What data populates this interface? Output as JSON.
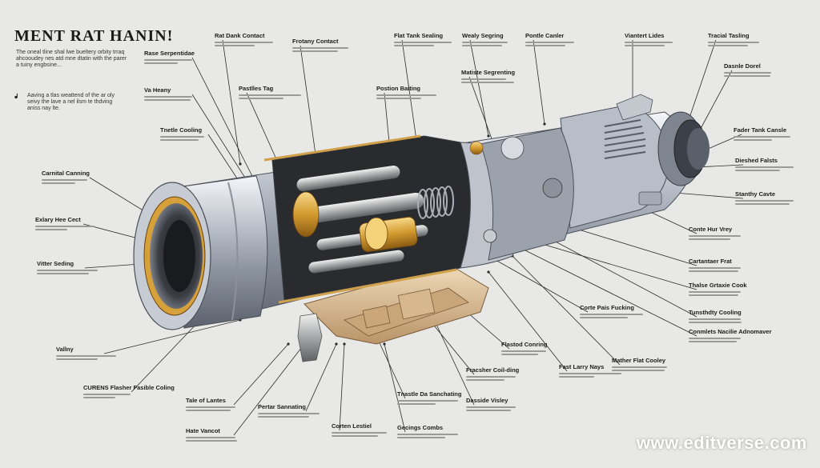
{
  "title": "MENT RAT HANIN!",
  "intro": {
    "paragraph1": "The oneal tline shal lwe bueltery orbity trraq ahcooudey nes atd mne dtatin with the parer a tuiny engbsine...",
    "paragraph2": "Aaving a tlas weattend of the ar oly seivy the lave a nel ilsm te thdving aniss nay lte.",
    "icon_label": "ᖱ"
  },
  "labels": [
    {
      "id": "rat-dank-contact",
      "title": "Rat Dank Contact"
    },
    {
      "id": "rase-serpentidae",
      "title": "Rase Serpentidae"
    },
    {
      "id": "frotany-contact",
      "title": "Frotany Contact"
    },
    {
      "id": "flat-tank-sealing",
      "title": "Flat Tank Sealing"
    },
    {
      "id": "wealy-segring",
      "title": "Wealy Segring"
    },
    {
      "id": "pontle-canler",
      "title": "Pontle Canler"
    },
    {
      "id": "vianert-lider",
      "title": "Viantert Lides"
    },
    {
      "id": "tracial-tasling",
      "title": "Tracial Tasling"
    },
    {
      "id": "va-heany",
      "title": "Va Heany"
    },
    {
      "id": "pastlles-tag",
      "title": "Pastlles Tag"
    },
    {
      "id": "postion-baiting",
      "title": "Postion Baiting"
    },
    {
      "id": "matiste-segrenting",
      "title": "Matiste Segrenting"
    },
    {
      "id": "dasnle-dorel",
      "title": "Dasnle Dorel"
    },
    {
      "id": "tnetle-cooling",
      "title": "Tnetle Cooling"
    },
    {
      "id": "fader-tank-cansle",
      "title": "Fader Tank Cansle"
    },
    {
      "id": "carnital-canning",
      "title": "Carnital Canning"
    },
    {
      "id": "dieshed-falsts",
      "title": "Dieshed Falsts"
    },
    {
      "id": "stanthy-cavte",
      "title": "Stanthy Cavte"
    },
    {
      "id": "exlary-hee-cect",
      "title": "Exlary Hee Cect"
    },
    {
      "id": "conte-hur-nrey",
      "title": "Conte Hur Vrey"
    },
    {
      "id": "vitter-seding",
      "title": "Vitter Seding"
    },
    {
      "id": "cartantaer-frat",
      "title": "Cartantaer Frat"
    },
    {
      "id": "thalse-grtaxie-cook",
      "title": "Thalse Grtaxie Cook"
    },
    {
      "id": "corte-pais-fucking",
      "title": "Corte Pais Fucking"
    },
    {
      "id": "tunsthdty-cooling",
      "title": "Tunsthdty Cooling"
    },
    {
      "id": "conmlets-nacilie-adnomaver",
      "title": "Conmlets Nacilie Adnomaver"
    },
    {
      "id": "vallny",
      "title": "Vallny"
    },
    {
      "id": "flastod-conring",
      "title": "Flastod Conring"
    },
    {
      "id": "fast-larry-nays",
      "title": "Fast Larry Nays"
    },
    {
      "id": "mather-flat-cooley",
      "title": "Mather Flat Cooley"
    },
    {
      "id": "fracsher-coil-ding",
      "title": "Fracsher Coil-ding"
    },
    {
      "id": "curens-flasher-fasible-coling",
      "title": "CURENS Flasher Fasible Coling"
    },
    {
      "id": "tale-of-lantes",
      "title": "Tale of Lantes"
    },
    {
      "id": "pertar-sannating",
      "title": "Pertar Sannating"
    },
    {
      "id": "tnastle-da-sanchating",
      "title": "Tnastle Da Sanchating"
    },
    {
      "id": "dasside-visley",
      "title": "Dasside Visley"
    },
    {
      "id": "corten-lestiel",
      "title": "Corten Lestiel"
    },
    {
      "id": "gecings-combs",
      "title": "Gecings Combs"
    },
    {
      "id": "hate-vancot",
      "title": "Hate Vancot"
    }
  ],
  "watermark": "www.editverse.com",
  "colors": {
    "background": "#e8e8e6",
    "metal_light": "#e4e7ec",
    "metal_dark": "#6f7884",
    "brass": "#d9a53e",
    "mount": "#d9bf98",
    "leader_line": "#2a2a2a"
  }
}
